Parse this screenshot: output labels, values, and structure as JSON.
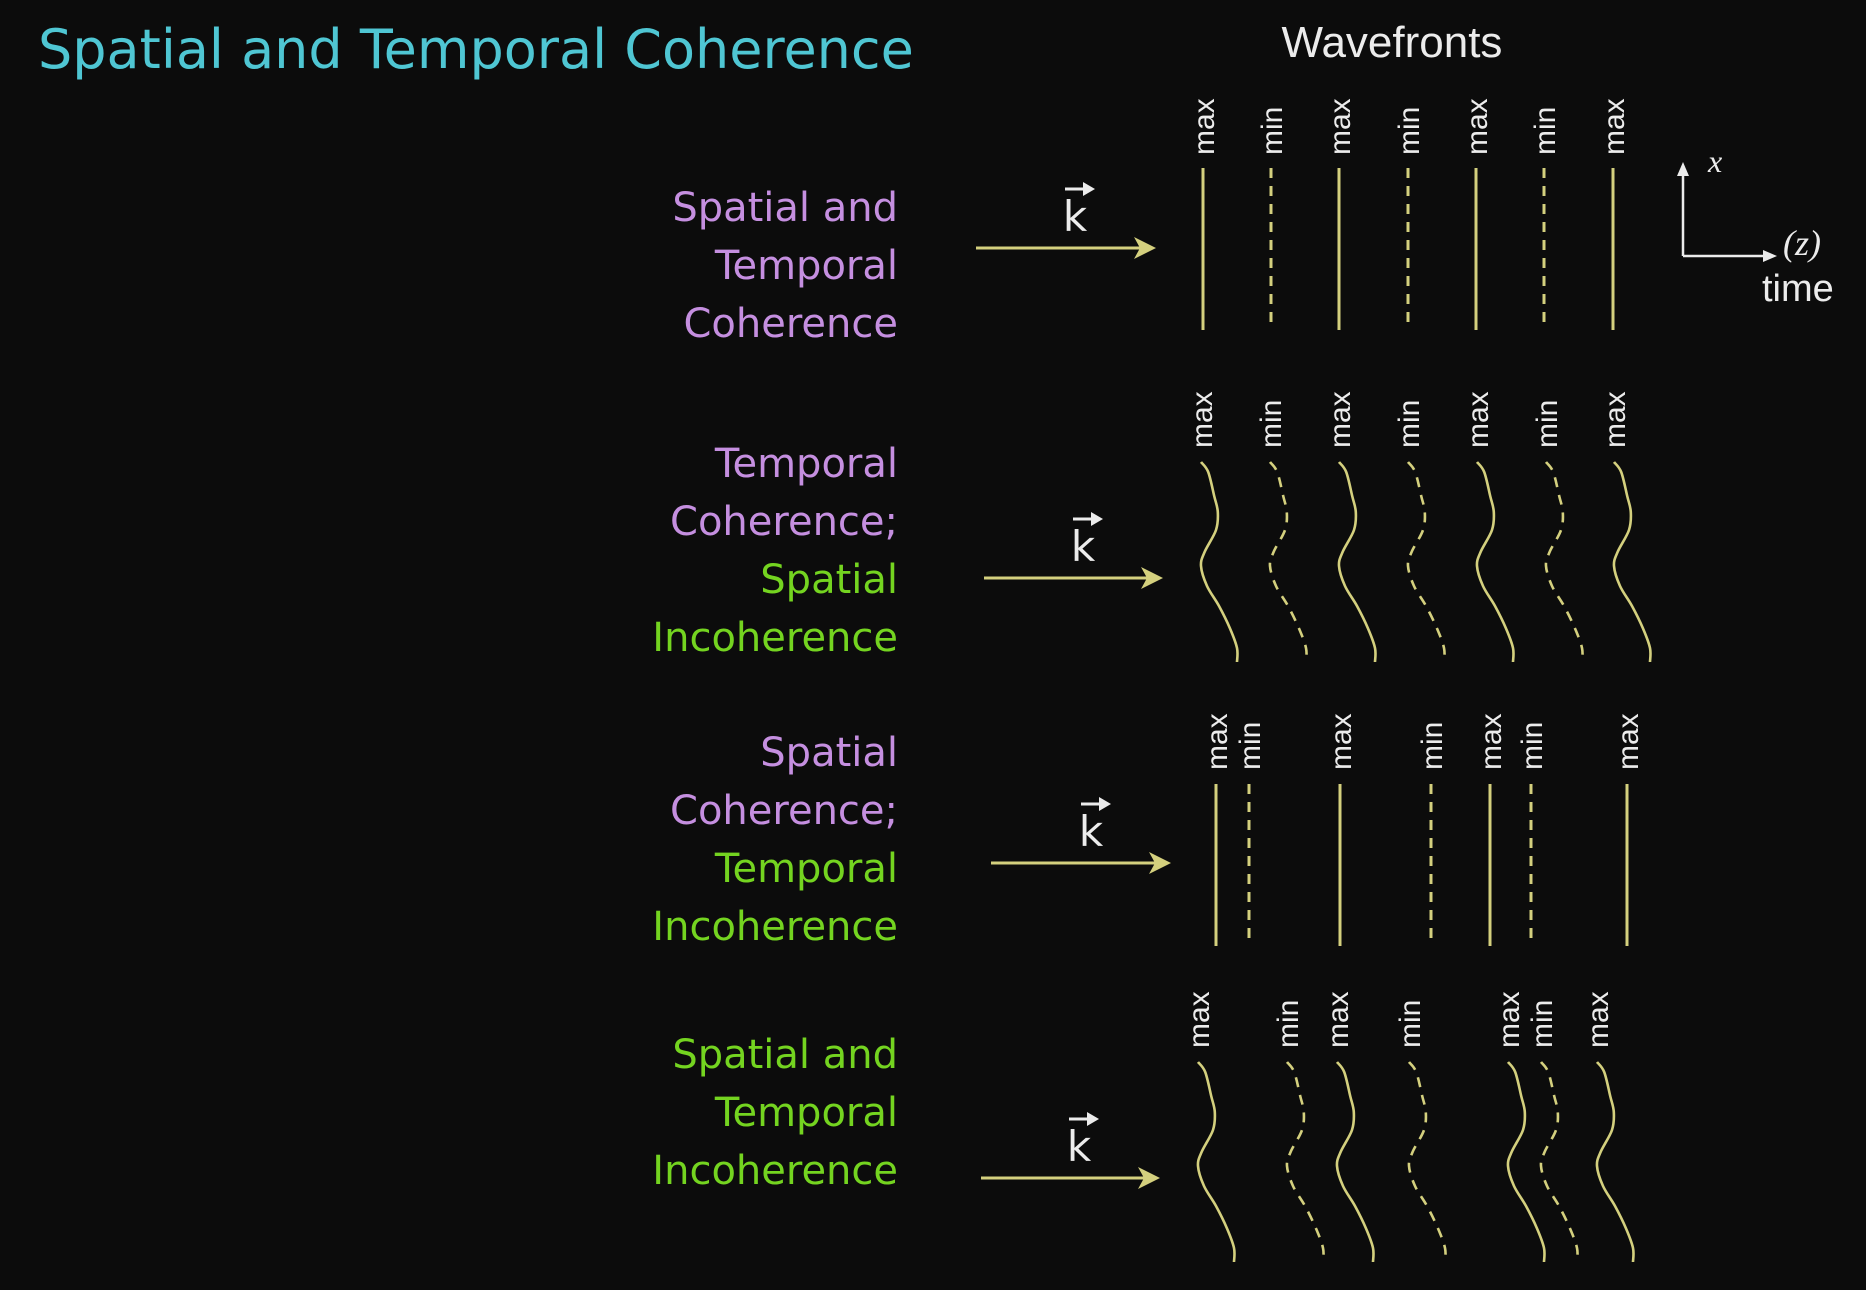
{
  "title": "Spatial and Temporal Coherence",
  "wavefronts_heading": "Wavefronts",
  "colors": {
    "title": "#4fc6d3",
    "coherent": "#c58fe0",
    "incoherent": "#74d420",
    "wavefront": "#d4d07e",
    "text": "#ececec"
  },
  "axes": {
    "x_label": "x",
    "z_label": "(z)",
    "time_label": "time"
  },
  "wave_vector_symbol": "k",
  "rows": [
    {
      "label_lines": [
        {
          "text": "Spatial and",
          "tone": "coherent"
        },
        {
          "text": "Temporal",
          "tone": "coherent"
        },
        {
          "text": "Coherence",
          "tone": "coherent"
        }
      ],
      "wavefront_shape": "straight",
      "wavefronts": [
        {
          "label": "max",
          "style": "solid"
        },
        {
          "label": "min",
          "style": "dashed"
        },
        {
          "label": "max",
          "style": "solid"
        },
        {
          "label": "min",
          "style": "dashed"
        },
        {
          "label": "max",
          "style": "solid"
        },
        {
          "label": "min",
          "style": "dashed"
        },
        {
          "label": "max",
          "style": "solid"
        }
      ]
    },
    {
      "label_lines": [
        {
          "text": "Temporal",
          "tone": "coherent"
        },
        {
          "text": "Coherence;",
          "tone": "coherent"
        },
        {
          "text": "Spatial",
          "tone": "incoherent"
        },
        {
          "text": "Incoherence",
          "tone": "incoherent"
        }
      ],
      "wavefront_shape": "wavy",
      "wavefronts": [
        {
          "label": "max",
          "style": "solid"
        },
        {
          "label": "min",
          "style": "dashed"
        },
        {
          "label": "max",
          "style": "solid"
        },
        {
          "label": "min",
          "style": "dashed"
        },
        {
          "label": "max",
          "style": "solid"
        },
        {
          "label": "min",
          "style": "dashed"
        },
        {
          "label": "max",
          "style": "solid"
        }
      ]
    },
    {
      "label_lines": [
        {
          "text": "Spatial",
          "tone": "coherent"
        },
        {
          "text": "Coherence;",
          "tone": "coherent"
        },
        {
          "text": "Temporal",
          "tone": "incoherent"
        },
        {
          "text": "Incoherence",
          "tone": "incoherent"
        }
      ],
      "wavefront_shape": "straight",
      "wavefronts": [
        {
          "label": "max",
          "style": "solid"
        },
        {
          "label": "min",
          "style": "dashed"
        },
        {
          "label": "max",
          "style": "solid"
        },
        {
          "label": "min",
          "style": "dashed"
        },
        {
          "label": "max",
          "style": "solid"
        },
        {
          "label": "min",
          "style": "dashed"
        },
        {
          "label": "max",
          "style": "solid"
        }
      ]
    },
    {
      "label_lines": [
        {
          "text": "Spatial and",
          "tone": "incoherent"
        },
        {
          "text": "Temporal",
          "tone": "incoherent"
        },
        {
          "text": "Incoherence",
          "tone": "incoherent"
        }
      ],
      "wavefront_shape": "wavy",
      "wavefronts": [
        {
          "label": "max",
          "style": "solid"
        },
        {
          "label": "min",
          "style": "dashed"
        },
        {
          "label": "max",
          "style": "solid"
        },
        {
          "label": "min",
          "style": "dashed"
        },
        {
          "label": "max",
          "style": "solid"
        },
        {
          "label": "min",
          "style": "dashed"
        },
        {
          "label": "max",
          "style": "solid"
        }
      ]
    }
  ]
}
